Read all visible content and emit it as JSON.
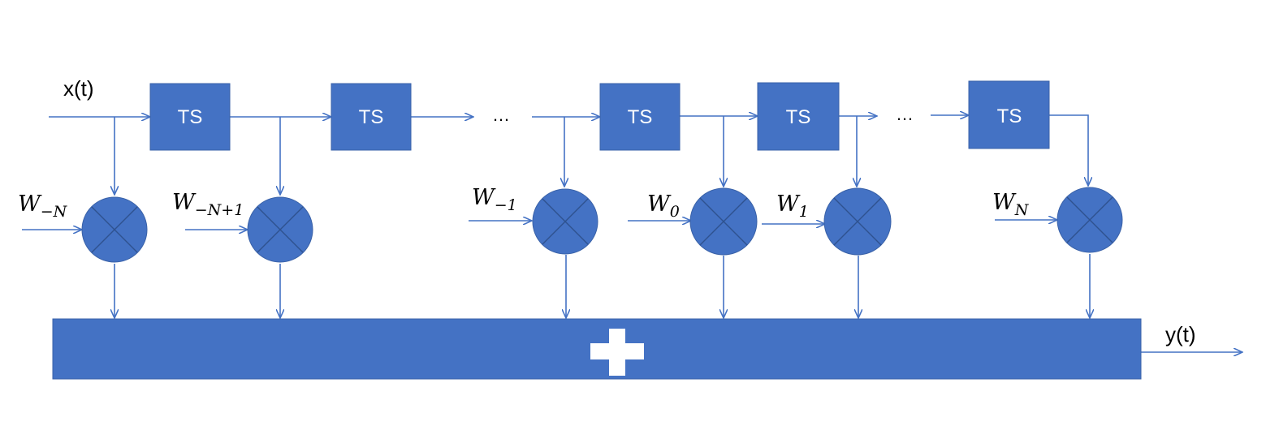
{
  "diagram": {
    "input_label": "x(t)",
    "output_label": "y(t)",
    "delay_label": "TS",
    "ellipsis": "…",
    "weights": [
      {
        "base": "W",
        "sub": "−N"
      },
      {
        "base": "W",
        "sub": "−N+1"
      },
      {
        "base": "W",
        "sub": "−1"
      },
      {
        "base": "W",
        "sub": "0"
      },
      {
        "base": "W",
        "sub": "1"
      },
      {
        "base": "W",
        "sub": "N"
      }
    ],
    "colors": {
      "block": "#4472C4",
      "wire": "#4472C4",
      "summer_symbol": "#ffffff"
    },
    "icons": {
      "multiplier": "circled-times-icon",
      "summer": "plus-icon"
    }
  }
}
